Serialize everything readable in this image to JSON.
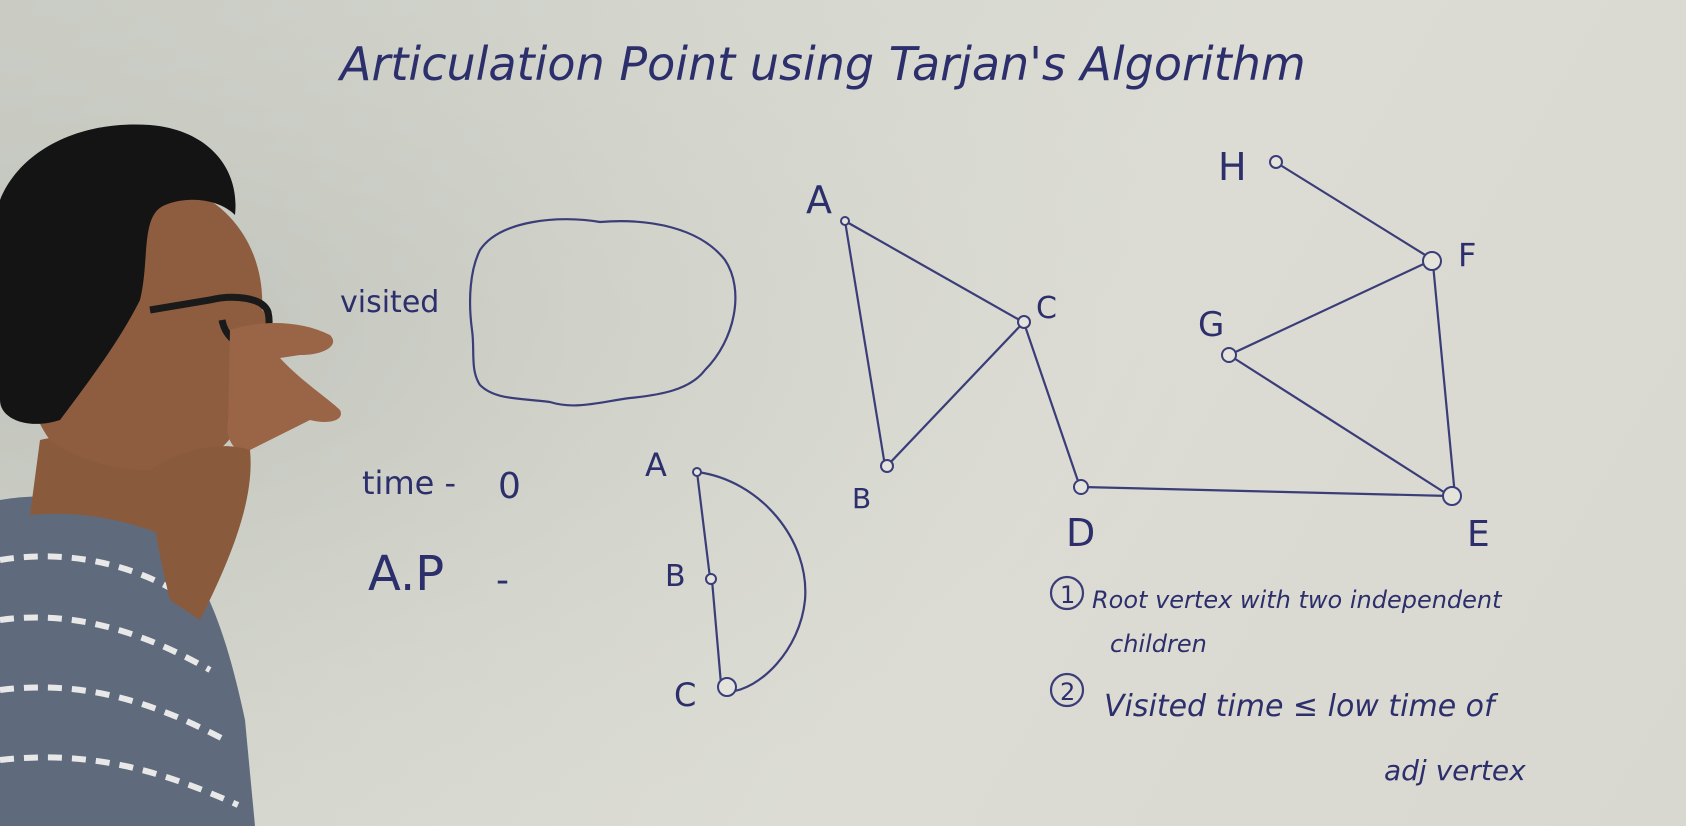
{
  "title": "Articulation Point using Tarjan's Algorithm",
  "labels": {
    "visited": "visited",
    "time": "time -",
    "time_value": "0",
    "ap": "A.P",
    "ap_dash": "-"
  },
  "small_graph": {
    "nodes": [
      "A",
      "B",
      "C"
    ]
  },
  "main_graph": {
    "nodes": [
      "A",
      "B",
      "C",
      "D",
      "E",
      "F",
      "G",
      "H"
    ]
  },
  "rules": [
    {
      "number": "1",
      "line1": "Root vertex with two independent",
      "line2": "children"
    },
    {
      "number": "2",
      "line1": "Visited time ≤ low time of",
      "line2": "adj vertex"
    }
  ],
  "colors": {
    "ink": "#2c2f6b",
    "board": "#d9d9d1"
  }
}
